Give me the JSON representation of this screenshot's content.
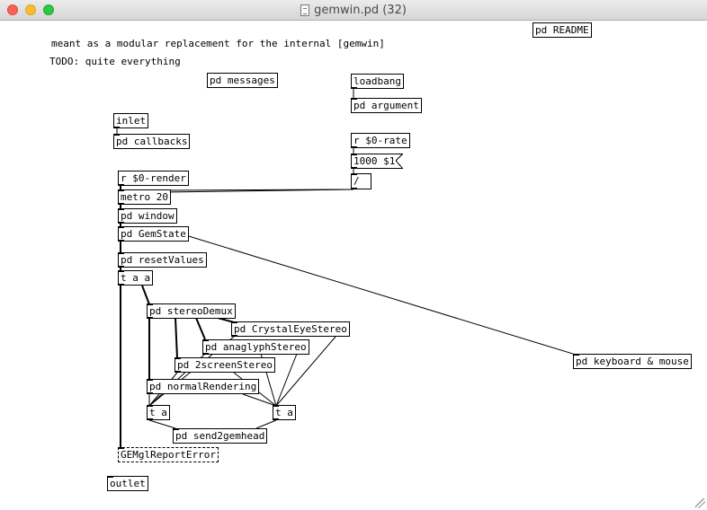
{
  "window": {
    "title": "gemwin.pd (32)"
  },
  "comments": {
    "line1": "meant as a modular replacement for the internal [gemwin]",
    "line2": "TODO: quite everything"
  },
  "objects": {
    "readme": "pd README",
    "messages": "pd messages",
    "loadbang": "loadbang",
    "argument": "pd argument",
    "inlet": "inlet",
    "callbacks": "pd callbacks",
    "rate": "r $0-rate",
    "msg1000": "1000 $1",
    "render": "r $0-render",
    "metro": "metro 20",
    "window": "pd window",
    "gemstate": "pd GemState",
    "resetvalues": "pd resetValues",
    "taa": "t a a",
    "stereodemux": "pd stereoDemux",
    "crystaleye": "pd CrystalEyeStereo",
    "anaglyph": "pd anaglyphStereo",
    "twoscreen": "pd 2screenStereo",
    "normal": "pd normalRendering",
    "ta_left": "t a",
    "ta_right": "t a",
    "send2gemhead": "pd send2gemhead",
    "reporterror": "GEMglReportError",
    "keyboard": "pd keyboard & mouse",
    "outlet": "outlet"
  }
}
